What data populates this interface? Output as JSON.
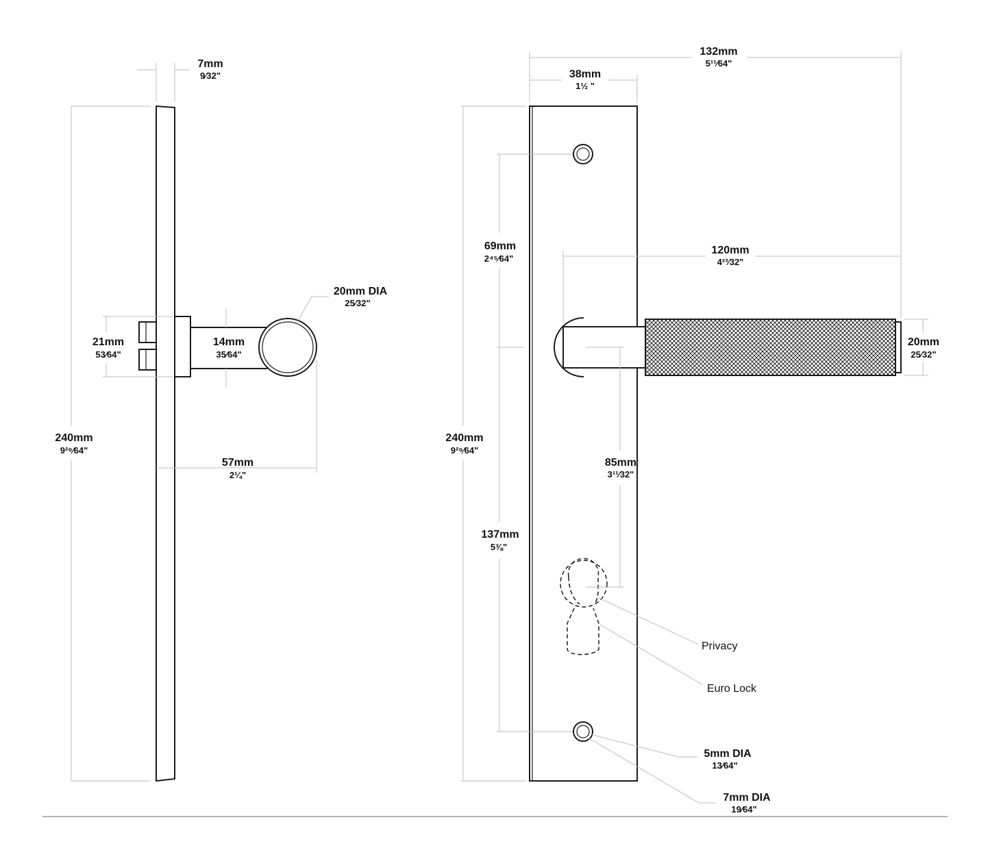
{
  "colors": {
    "outline": "#1a1a1a",
    "dimension_line": "#bdbdbd",
    "background": "#ffffff",
    "knurl": "#2a2a2a"
  },
  "side_view": {
    "thickness": {
      "mm": "7mm",
      "in": "9⁄32\""
    },
    "height": {
      "mm": "240mm",
      "in": "9²⁹⁄64\""
    },
    "rose": {
      "mm": "21mm",
      "in": "53⁄64\""
    },
    "neck": {
      "mm": "14mm",
      "in": "35⁄64\""
    },
    "grip": {
      "mm": "20mm DIA",
      "in": "25⁄32\""
    },
    "projection": {
      "mm": "57mm",
      "in": "2¼\""
    }
  },
  "front_view": {
    "overall_width": {
      "mm": "132mm",
      "in": "5¹¹⁄64\""
    },
    "plate_width": {
      "mm": "38mm",
      "in": "1½ \""
    },
    "screw_to_lever": {
      "mm": "69mm",
      "in": "2⁴⁵⁄64\""
    },
    "lever_length": {
      "mm": "120mm",
      "in": "4²³⁄32\""
    },
    "lever_diameter": {
      "mm": "20mm",
      "in": "25⁄32\""
    },
    "height": {
      "mm": "240mm",
      "in": "9²⁹⁄64\""
    },
    "backset": {
      "mm": "85mm",
      "in": "3¹¹⁄32\""
    },
    "lever_to_screw": {
      "mm": "137mm",
      "in": "5⅜\""
    },
    "callouts": {
      "privacy": "Privacy",
      "euro_lock": "Euro Lock",
      "hole_small": {
        "mm": "5mm DIA",
        "in": "13⁄64\""
      },
      "hole_large": {
        "mm": "7mm DIA",
        "in": "19⁄64\""
      }
    }
  }
}
